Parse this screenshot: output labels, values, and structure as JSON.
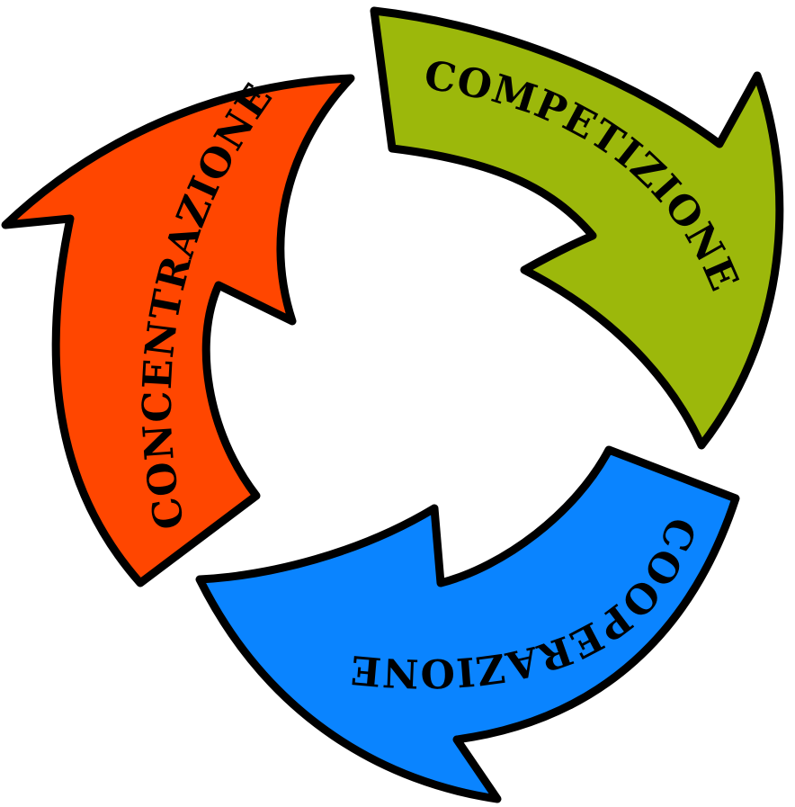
{
  "diagram": {
    "arrows": [
      {
        "id": "competizione",
        "label": "COMPETIZIONE",
        "color": "#9CB80B"
      },
      {
        "id": "cooperazione",
        "label": "COOPERAZIONE",
        "color": "#0A84FF"
      },
      {
        "id": "concentrazione",
        "label": "CONCENTRAZIONE",
        "color": "#FF4600"
      }
    ],
    "outline_color": "#000000"
  }
}
